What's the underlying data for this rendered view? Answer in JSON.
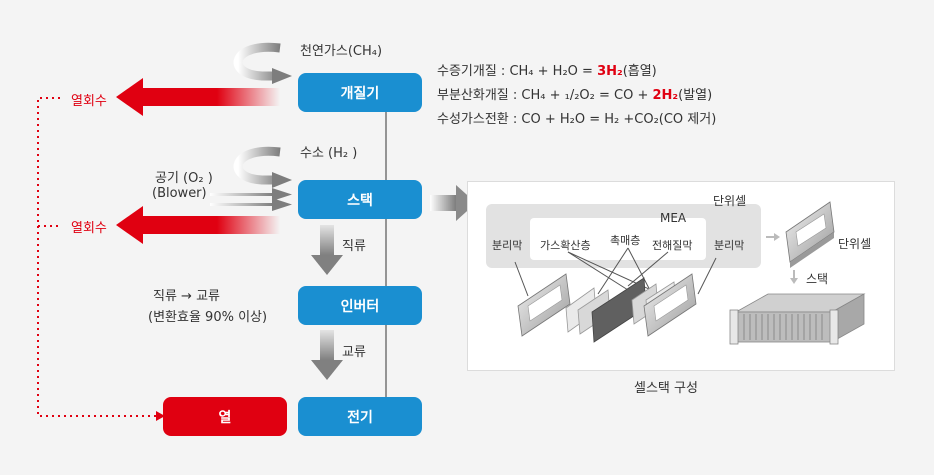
{
  "boxes": {
    "reformer": "개질기",
    "stack": "스택",
    "inverter": "인버터",
    "electricity": "전기",
    "heat": "열"
  },
  "inputs": {
    "natural_gas": "천연가스(CH₄)",
    "hydrogen": "수소 (H₂ )",
    "air": "공기 (O₂ )",
    "blower": "(Blower)"
  },
  "heat_recovery": [
    "열회수",
    "열회수"
  ],
  "flows": {
    "dc": "직류",
    "ac": "교류",
    "dc_to_ac": "직류 → 교류",
    "efficiency": "(변환효율 90% 이상)"
  },
  "reactions": [
    {
      "label": "수증기개질 : ",
      "formula": "CH₄ + H₂O = ",
      "highlight": "3H₂",
      "tail": "(흡열)"
    },
    {
      "label": "부분산화개질 : ",
      "formula": "CH₄ + ₁/₂O₂ = CO + ",
      "highlight": "2H₂",
      "tail": "(발열)"
    },
    {
      "label": "수성가스전환 : ",
      "formula": "CO + H₂O = H₂ +CO₂(CO 제거)",
      "highlight": "",
      "tail": ""
    }
  ],
  "cell_stack": {
    "caption": "셀스택 구성",
    "unit_cell": "단위셀",
    "mea": "MEA",
    "separator_left": "분리막",
    "gas_diffusion": "가스확산층",
    "catalyst": "촉매층",
    "electrolyte": "전해질막",
    "separator_right": "분리막",
    "unit_cell_right": "단위셀",
    "stack": "스택"
  },
  "colors": {
    "blue": "#1a8fd1",
    "red": "#e00011",
    "gray_arrow": "#8a8a8a"
  }
}
